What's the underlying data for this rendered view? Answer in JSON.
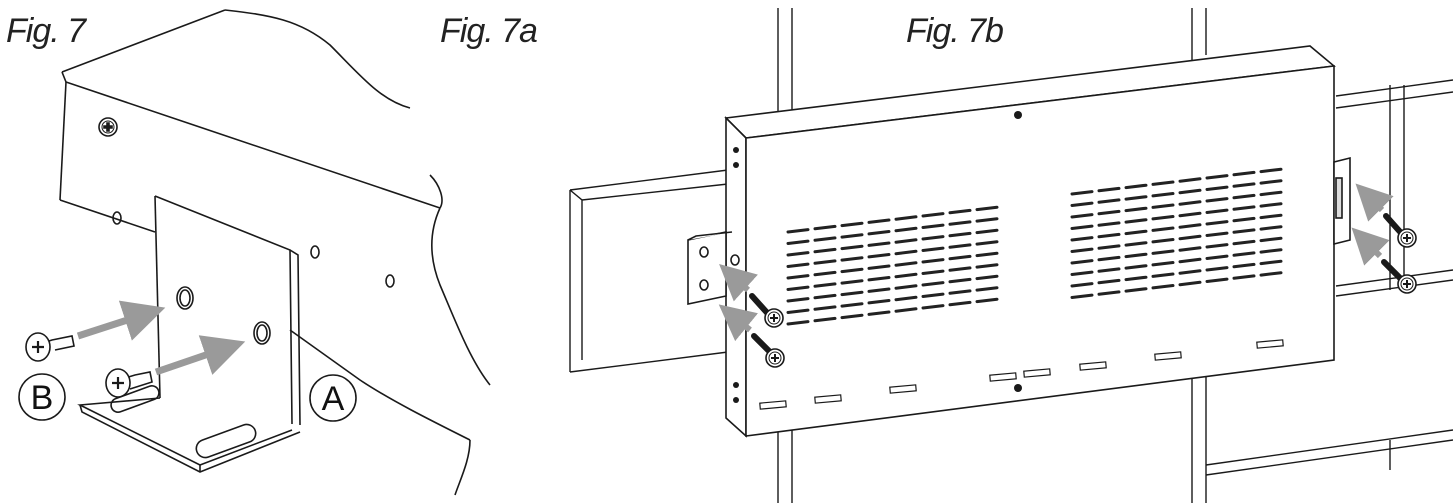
{
  "figures": {
    "fig7": {
      "label": "Fig. 7"
    },
    "fig7a": {
      "label": "Fig. 7a"
    },
    "fig7b": {
      "label": "Fig. 7b"
    }
  },
  "callouts": {
    "a": "A",
    "b": "B"
  },
  "colors": {
    "line": "#1a1a1a",
    "arrow": "#9a9a9a",
    "slot": "#222222",
    "background": "#ffffff"
  },
  "icons": [
    "screw-icon",
    "arrow-icon"
  ]
}
